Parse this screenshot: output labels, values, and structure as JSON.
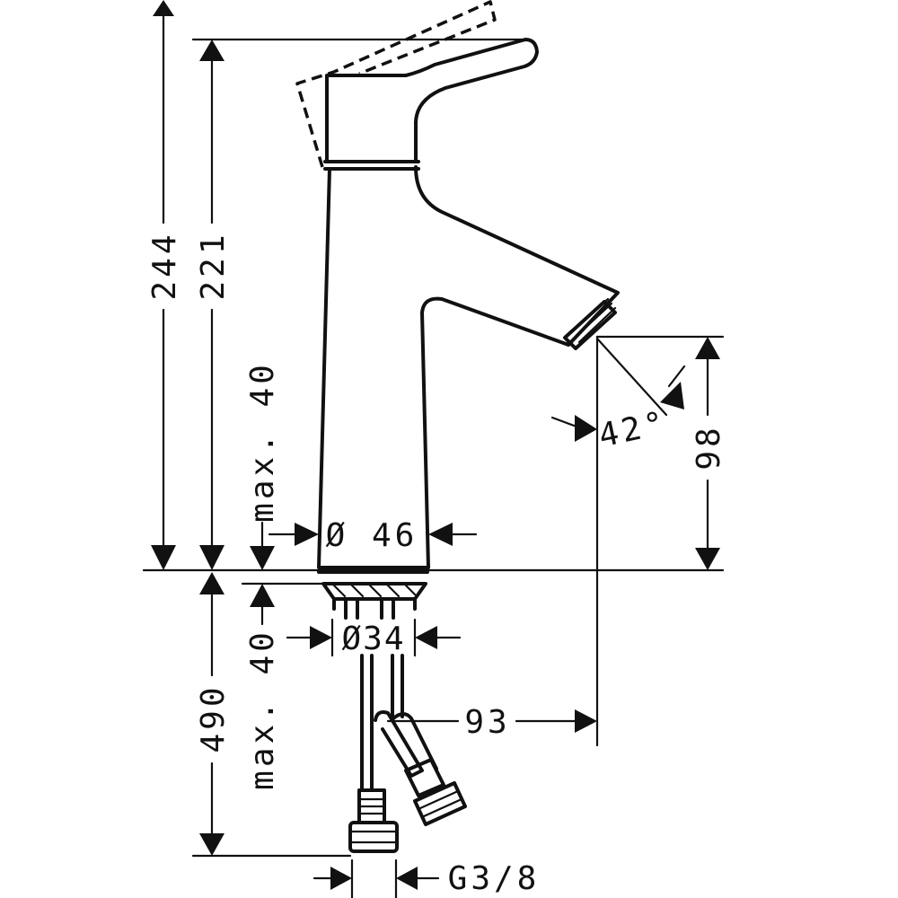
{
  "dimensions": {
    "overall_height": "244",
    "spout_height": "221",
    "max_thickness_top": "max. 40",
    "spout_outlet_height": "98",
    "spray_angle": "42°",
    "body_diameter": "Ø 46",
    "shank_diameter": "Ø34",
    "max_thickness_bottom": "max. 40",
    "hose_length": "490",
    "spout_reach": "93",
    "connection_thread": "G3/8"
  }
}
